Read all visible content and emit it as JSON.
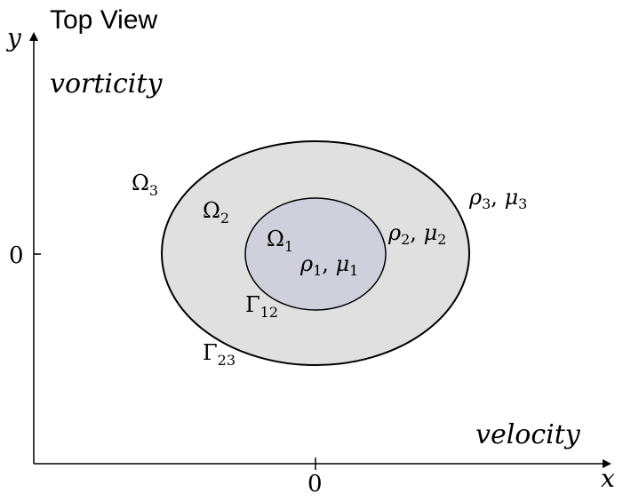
{
  "title": "Top View",
  "axes": {
    "y_label": "y",
    "x_label": "x",
    "y_zero": "0",
    "x_zero": "0"
  },
  "annotations": {
    "vorticity": "vorticity",
    "velocity": "velocity"
  },
  "domains": {
    "omega3": {
      "symbol": "Ω",
      "sub": "3"
    },
    "omega2": {
      "symbol": "Ω",
      "sub": "2"
    },
    "omega1": {
      "symbol": "Ω",
      "sub": "1"
    }
  },
  "interfaces": {
    "gamma12": {
      "symbol": "Γ",
      "sub": "12"
    },
    "gamma23": {
      "symbol": "Γ",
      "sub": "23"
    }
  },
  "properties": {
    "p1": {
      "rho": "ρ",
      "rho_sub": "1",
      "sep": ", ",
      "mu": "μ",
      "mu_sub": "1"
    },
    "p2": {
      "rho": "ρ",
      "rho_sub": "2",
      "sep": ", ",
      "mu": "μ",
      "mu_sub": "2"
    },
    "p3": {
      "rho": "ρ",
      "rho_sub": "3",
      "sep": ", ",
      "mu": "μ",
      "mu_sub": "3"
    }
  },
  "colors": {
    "outer_fill": "#e0e0e0",
    "inner_fill": "#d0d0dc",
    "stroke": "#000000"
  }
}
